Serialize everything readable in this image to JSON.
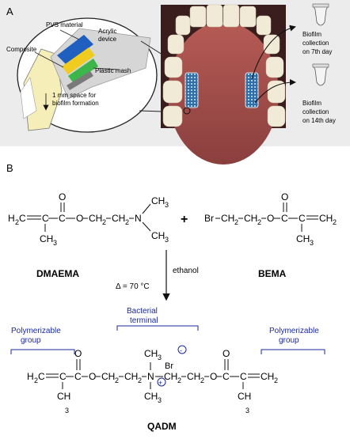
{
  "panel_a": {
    "label": "A",
    "inset": {
      "pvs": "PVS material",
      "composite": "Composite",
      "acrylic_1": "Acrylic",
      "acrylic_2": "device",
      "mash": "Plastic mash",
      "space_1": "1 mm space for",
      "space_2": "biofilm formation"
    },
    "collection_7": [
      "Biofilm",
      "collection",
      "on 7th day"
    ],
    "collection_14": [
      "Biofilm",
      "collection",
      "on 14th day"
    ]
  },
  "panel_b": {
    "label": "B",
    "plus": "+",
    "reactant1_name": "DMAEMA",
    "reactant2_name": "BEMA",
    "product_name": "QADM",
    "condition_temp": "Δ = 70 °C",
    "condition_solvent": "ethanol",
    "annot_poly": [
      "Polymerizable",
      "group"
    ],
    "annot_bact": [
      "Bacterial",
      "terminal"
    ],
    "colors": {
      "annotation": "#1a2a9c"
    }
  }
}
